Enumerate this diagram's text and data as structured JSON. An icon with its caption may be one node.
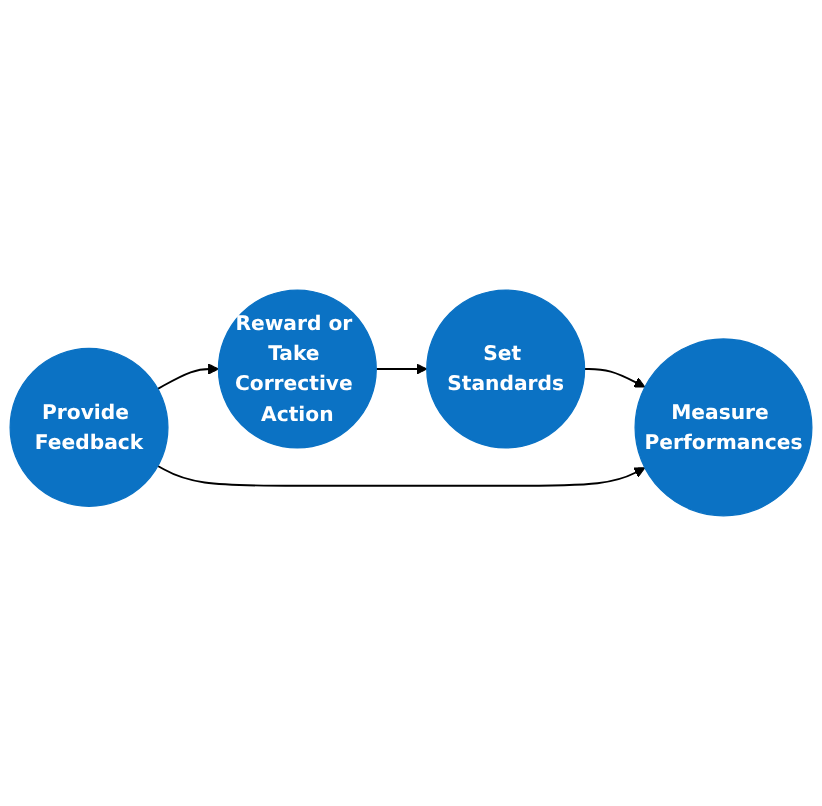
{
  "diagram": {
    "nodes": [
      {
        "text": [
          "Reward or Take Corrective Action"
        ]
      },
      {
        "text": [
          "Set Standards"
        ]
      },
      {
        "text": [
          "Provide Feedback"
        ]
      },
      {
        "text": [
          "Measure Performances"
        ]
      }
    ],
    "edges": [
      {
        "from": 0,
        "to": 1,
        "arrow": "to"
      },
      {
        "from": 1,
        "to": 3,
        "arrow": "to"
      },
      {
        "from": 2,
        "to": 3,
        "arrow": "to"
      },
      {
        "from": 2,
        "to": 0,
        "arrow": "to"
      }
    ]
  }
}
